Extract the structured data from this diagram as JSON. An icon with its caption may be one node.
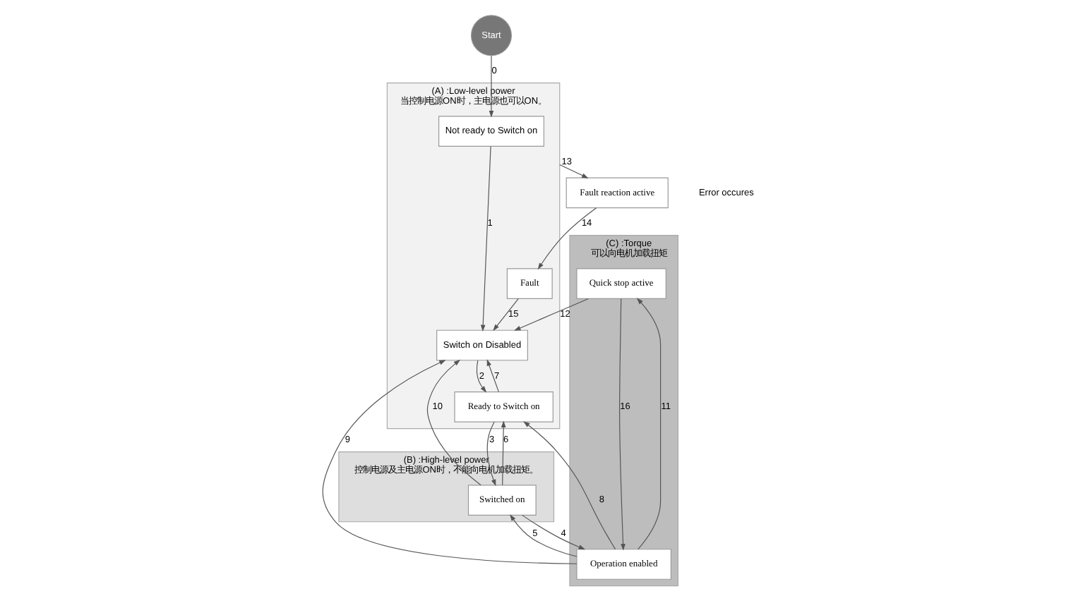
{
  "diagram": {
    "nodes": [
      {
        "text": [
          "Start"
        ]
      },
      {
        "text": [
          "(A) :Low-level power",
          "当控制电源ON时，主电源也可以ON。"
        ]
      },
      {
        "text": [
          "Not ready to Switch on"
        ],
        "in": 1
      },
      {
        "text": [
          "Switch on Disabled"
        ],
        "in": 1
      },
      {
        "text": [
          "Ready to Switch on"
        ],
        "in": 1
      },
      {
        "text": [
          "Fault"
        ],
        "in": 1
      },
      {
        "text": [
          "Fault reaction active"
        ]
      },
      {
        "text": [
          "(B) :High-level power",
          "控制电源及主电源ON时，不能向电机加载扭矩。"
        ]
      },
      {
        "text": [
          "Switched on"
        ],
        "in": 7
      },
      {
        "text": [
          "(C) :Torque",
          "可以向电机加载扭矩"
        ]
      },
      {
        "text": [
          "Quick stop active"
        ],
        "in": 9
      },
      {
        "text": [
          "Operation enabled"
        ],
        "in": 9
      }
    ],
    "edges": [
      {
        "from": 0,
        "to": 2,
        "arrow": "to",
        "label": "0"
      },
      {
        "from": 2,
        "to": 3,
        "arrow": "to",
        "label": "1"
      },
      {
        "from": 3,
        "to": 4,
        "arrow": "to",
        "label": "2"
      },
      {
        "from": 4,
        "to": 8,
        "arrow": "to",
        "label": "3"
      },
      {
        "from": 8,
        "to": 11,
        "arrow": "to",
        "label": "4"
      },
      {
        "from": 11,
        "to": 8,
        "arrow": "to",
        "label": "5"
      },
      {
        "from": 8,
        "to": 4,
        "arrow": "to",
        "label": "6"
      },
      {
        "from": 4,
        "to": 3,
        "arrow": "to",
        "label": "7"
      },
      {
        "from": 11,
        "to": 4,
        "arrow": "to",
        "label": "8"
      },
      {
        "from": 11,
        "to": 3,
        "arrow": "to",
        "label": "9"
      },
      {
        "from": 8,
        "to": 3,
        "arrow": "to",
        "label": "10"
      },
      {
        "from": 11,
        "to": 10,
        "arrow": "to",
        "label": "11"
      },
      {
        "from": 10,
        "to": 3,
        "arrow": "to",
        "label": "12"
      },
      {
        "from": 1,
        "to": 6,
        "arrow": "to",
        "label": "13"
      },
      {
        "from": 6,
        "to": 5,
        "arrow": "to",
        "label": "14"
      },
      {
        "from": 5,
        "to": 3,
        "arrow": "to",
        "label": "15"
      },
      {
        "from": 10,
        "to": 11,
        "arrow": "to",
        "label": "16"
      }
    ],
    "labels": [
      "Error occures"
    ]
  }
}
